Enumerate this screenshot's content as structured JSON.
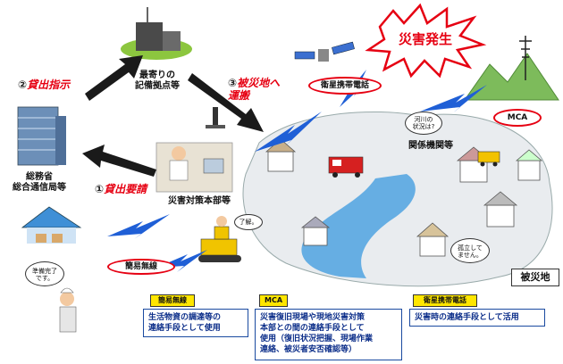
{
  "nodes": {
    "storage_base": "最寄りの\n記備拠点等",
    "mic_bureau": "総務省\n総合通信局等",
    "disaster_hq": "災害対策本部等",
    "related_orgs": "関係機関等",
    "disaster_area": "被災地"
  },
  "steps": [
    {
      "num": "①",
      "action": "貸出要請"
    },
    {
      "num": "②",
      "action": "貸出指示"
    },
    {
      "num": "③",
      "action": "被災地へ\n運搬"
    }
  ],
  "burst": "災害発生",
  "ovals": {
    "satellite_phone": "衛星携帯電話",
    "mca": "MCA",
    "simple_radio": "簡易無線"
  },
  "callouts": {
    "river": "河川の\n状況は?",
    "hq_reply": "了解。",
    "worker": "準備完了\nです。",
    "victims": "孤立して\nません。"
  },
  "legend": [
    {
      "tag": "簡易無線",
      "text": "生活物資の調達等の\n連絡手段として使用"
    },
    {
      "tag": "MCA",
      "text": "災害復旧現場や現地災害対策\n本部との間の連絡手段として\n使用（復旧状況把握、現場作業\n連絡、被災者安否確認等）"
    },
    {
      "tag": "衛星携帯電話",
      "text": "災害時の連絡手段として活用"
    }
  ],
  "colors": {
    "accent": "#e60012",
    "box_text": "#0d2f8a",
    "tag_fill": "#ffe600",
    "bolt": "#1f5fd6"
  }
}
